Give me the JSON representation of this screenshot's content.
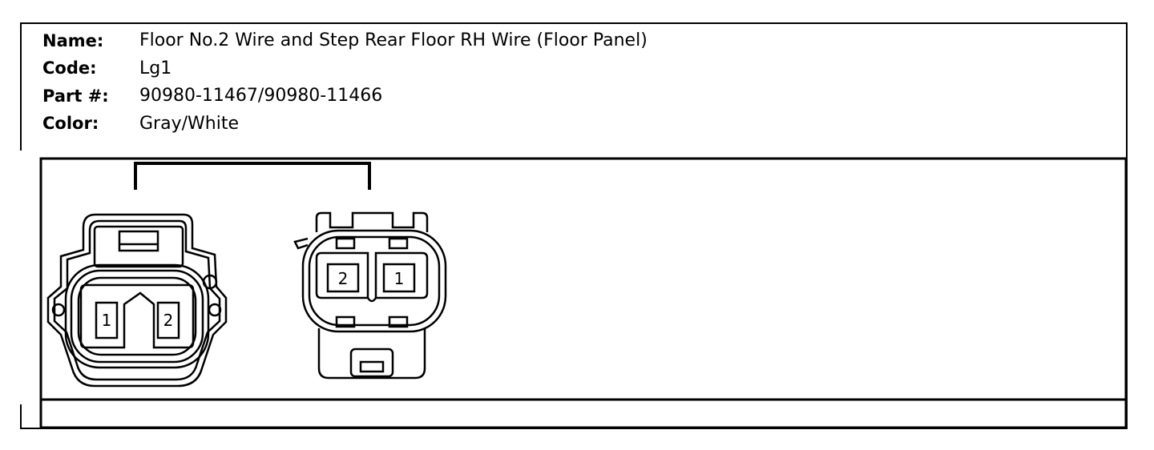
{
  "connector_info": {
    "fields": [
      {
        "label": "Name:",
        "value": "Floor No.2 Wire and Step Rear Floor RH Wire (Floor Panel)"
      },
      {
        "label": "Code:",
        "value": "Lg1"
      },
      {
        "label": "Part #:",
        "value": "90980-11467/90980-11466"
      },
      {
        "label": "Color:",
        "value": "Gray/White"
      }
    ]
  },
  "connectors": {
    "left": {
      "pins": [
        "1",
        "2"
      ]
    },
    "right": {
      "pins": [
        "2",
        "1"
      ]
    }
  }
}
